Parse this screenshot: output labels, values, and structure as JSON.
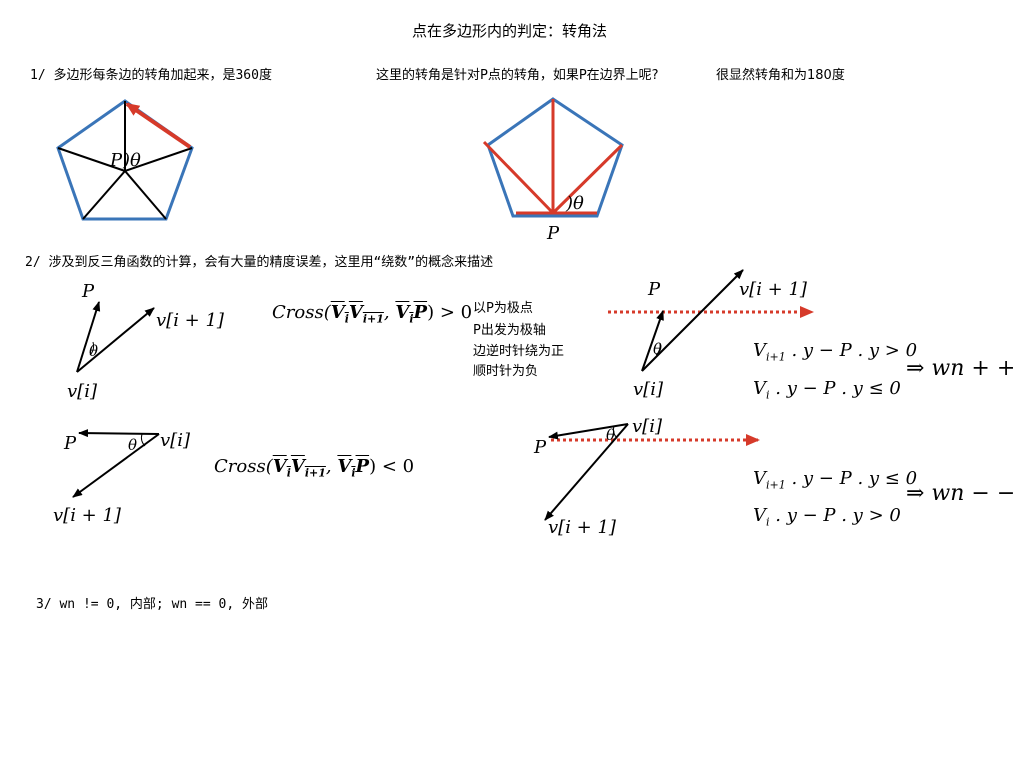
{
  "title": "点在多边形内的判定：转角法",
  "section1": {
    "heading": "1/ 多边形每条边的转角加起来，是360度",
    "boundary_question": "这里的转角是针对P点的转角，如果P在边界上呢?",
    "boundary_answer": "很显然转角和为180度",
    "label_p": "P",
    "label_theta": ")θ"
  },
  "section2": {
    "heading": "2/ 涉及到反三角函数的计算，会有大量的精度误差，这里用“绕数”的概念来描述",
    "notes": [
      "以P为极点",
      "P出发为极轴",
      "边逆时针绕为正",
      "顺时针为负"
    ],
    "label_p": "P",
    "label_vi": "v[i]",
    "label_vi1": "v[i + 1]",
    "label_theta": "θ",
    "cross_pos": {
      "prefix": "Cross(",
      "v1": "V",
      "v1sub": "i",
      "v2": "V",
      "v2sub": "i+1",
      "sep": ",",
      "v3": "V",
      "v3sub": "i",
      "p": "P",
      "suffix": ") > 0"
    },
    "cross_neg": {
      "prefix": "Cross(",
      "v1": "V",
      "v1sub": "i",
      "v2": "V",
      "v2sub": "i+1",
      "sep": ",",
      "v3": "V",
      "v3sub": "i",
      "p": "P",
      "suffix": ") < 0"
    },
    "cond_up_1": {
      "v": "V",
      "sub": "i+1",
      "rest": ". y − P . y > 0"
    },
    "cond_up_2": {
      "v": "V",
      "sub": "i",
      "rest": ". y − P . y ≤ 0"
    },
    "cond_down_1": {
      "v": "V",
      "sub": "i+1",
      "rest": ". y − P . y ≤ 0"
    },
    "cond_down_2": {
      "v": "V",
      "sub": "i",
      "rest": ". y − P . y > 0"
    },
    "result_inc": "⇒ wn + +",
    "result_dec": "⇒ wn − −"
  },
  "section3": {
    "text": "3/ wn != 0,  内部;  wn == 0,  外部"
  },
  "colors": {
    "polygon": "#3a75b8",
    "red": "#d63a2a",
    "black": "#000000"
  }
}
